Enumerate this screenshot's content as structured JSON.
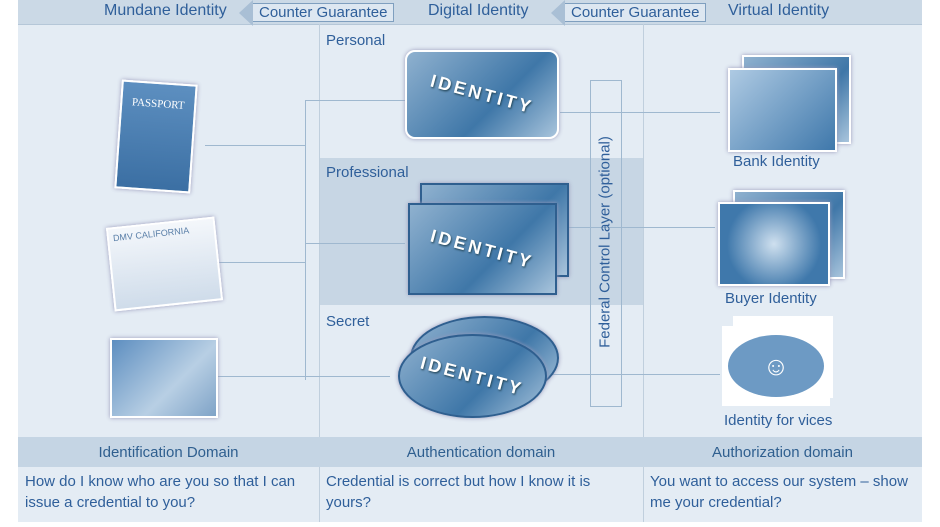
{
  "top": {
    "mundane": "Mundane Identity",
    "counter1": "Counter Guarantee",
    "digital": "Digital Identity",
    "counter2": "Counter Guarantee",
    "virtual": "Virtual Identity"
  },
  "middle": {
    "personal": "Personal",
    "professional": "Professional",
    "secret": "Secret",
    "identity_word": "IDENTITY"
  },
  "left": {
    "passport_word": "PASSPORT",
    "dmv_word": "DMV CALIFORNIA"
  },
  "layer": "Federal Control     Layer (optional)",
  "right": {
    "bank": "Bank Identity",
    "buyer": "Buyer Identity",
    "vices": "Identity for vices"
  },
  "bottom": {
    "headers": [
      "Identification Domain",
      "Authentication domain",
      "Authorization domain"
    ],
    "texts": [
      "How do I know who are you so that I can issue a credential to you?",
      "Credential is correct but how I know it is yours?",
      "You want to access our system – show me your credential?"
    ]
  }
}
